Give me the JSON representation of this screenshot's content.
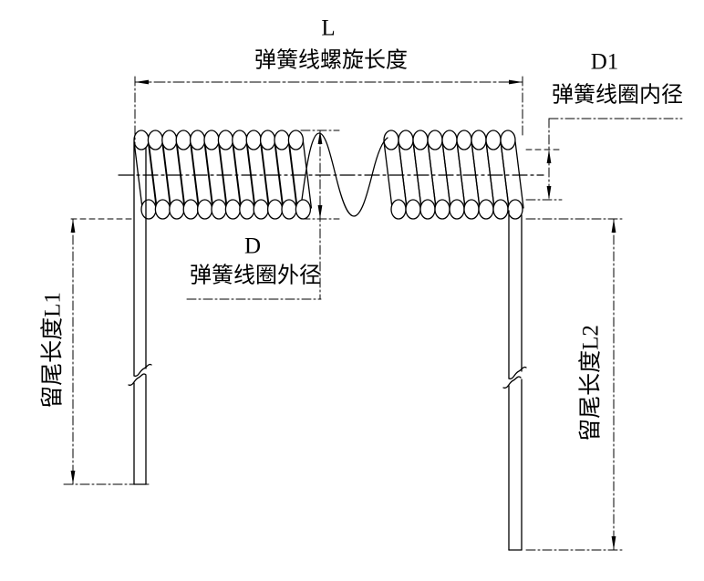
{
  "drawing": {
    "background": "#ffffff",
    "line_color": "#000000",
    "labels": {
      "helix_length_symbol": "L",
      "helix_length": "弹簧线螺旋长度",
      "inner_diameter_symbol": "D1",
      "inner_diameter": "弹簧线圈内径",
      "outer_diameter_symbol": "D",
      "outer_diameter": "弹簧线圈外径",
      "tail_length_left": "留尾长度L1",
      "tail_length_right": "留尾长度L2"
    }
  }
}
